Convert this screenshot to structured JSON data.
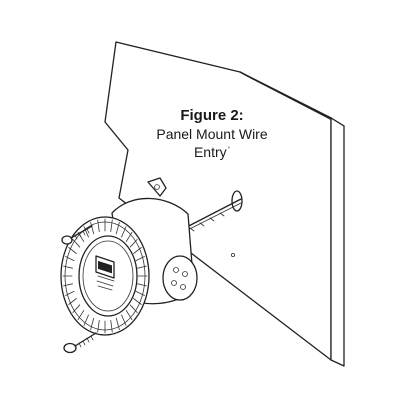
{
  "figure": {
    "title": "Figure 2:",
    "caption_line1": "Panel Mount Wire",
    "caption_line2": "Entry",
    "caption_mark": "°"
  },
  "colors": {
    "ink": "#222222",
    "background": "#ffffff"
  },
  "icons": [
    "panel-wall-icon",
    "entry-hole-icon",
    "wire-icon",
    "mount-screw-icon",
    "enclosure-body-icon",
    "knurled-cover-icon",
    "label-plate-icon",
    "connector-port-icon"
  ]
}
